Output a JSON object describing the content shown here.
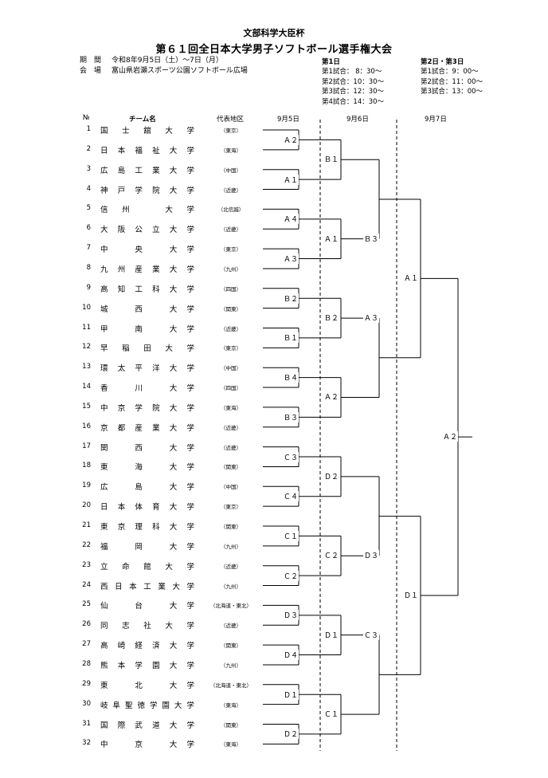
{
  "header": {
    "cup": "文部科学大臣杯",
    "title": "第６１回全日本大学男子ソフトボール選手権大会",
    "period_label": "期　間",
    "period_value": "令和8年9月5日（土）～7日（月）",
    "venue_label": "会　場",
    "venue_value": "富山県岩瀬スポーツ公園ソフトボール広場"
  },
  "schedule": {
    "day1": {
      "title": "第1日",
      "lines": [
        "第1試合：  8：30～",
        "第2試合：10：30～",
        "第3試合：12：30～",
        "第4試合：14：30～"
      ]
    },
    "day23": {
      "title": "第2日・第3日",
      "lines": [
        "第1試合：9：00～",
        "第2試合：11：00～",
        "第3試合：13：00～"
      ]
    }
  },
  "columns": {
    "no": "№",
    "team": "チーム名",
    "region": "代表地区",
    "day1": "9月5日",
    "day2": "9月6日",
    "day3": "9月7日"
  },
  "teams": [
    {
      "no": "1",
      "name": "国士舘大学",
      "region": "（東京）"
    },
    {
      "no": "2",
      "name": "日本福祉大学",
      "region": "（東海）"
    },
    {
      "no": "3",
      "name": "広島工業大学",
      "region": "（中国）"
    },
    {
      "no": "4",
      "name": "神戸学院大学",
      "region": "（近畿）"
    },
    {
      "no": "5",
      "name": "信州　大学",
      "region": "（北信越）"
    },
    {
      "no": "6",
      "name": "大阪公立大学",
      "region": "（近畿）"
    },
    {
      "no": "7",
      "name": "中　央　大学",
      "region": "（東京）"
    },
    {
      "no": "8",
      "name": "九州産業大学",
      "region": "（九州）"
    },
    {
      "no": "9",
      "name": "高知工科大学",
      "region": "（四国）"
    },
    {
      "no": "10",
      "name": "城　西　大学",
      "region": "（関東）"
    },
    {
      "no": "11",
      "name": "甲　南　大学",
      "region": "（近畿）"
    },
    {
      "no": "12",
      "name": "早稲田大学",
      "region": "（東京）"
    },
    {
      "no": "13",
      "name": "環太平洋大学",
      "region": "（中国）"
    },
    {
      "no": "14",
      "name": "香　川　大学",
      "region": "（四国）"
    },
    {
      "no": "15",
      "name": "中京学院大学",
      "region": "（東海）"
    },
    {
      "no": "16",
      "name": "京都産業大学",
      "region": "（近畿）"
    },
    {
      "no": "17",
      "name": "関　西　大学",
      "region": "（近畿）"
    },
    {
      "no": "18",
      "name": "東　海　大学",
      "region": "（関東）"
    },
    {
      "no": "19",
      "name": "広　島　大学",
      "region": "（中国）"
    },
    {
      "no": "20",
      "name": "日本体育大学",
      "region": "（東京）"
    },
    {
      "no": "21",
      "name": "東京理科大学",
      "region": "（関東）"
    },
    {
      "no": "22",
      "name": "福　岡　大学",
      "region": "（九州）"
    },
    {
      "no": "23",
      "name": "立命館大学",
      "region": "（近畿）"
    },
    {
      "no": "24",
      "name": "西日本工業大学",
      "region": "（九州）"
    },
    {
      "no": "25",
      "name": "仙　台　大学",
      "region": "（北海道・東北）"
    },
    {
      "no": "26",
      "name": "同志社大学",
      "region": "（近畿）"
    },
    {
      "no": "27",
      "name": "高崎経済大学",
      "region": "（関東）"
    },
    {
      "no": "28",
      "name": "熊本学園大学",
      "region": "（九州）"
    },
    {
      "no": "29",
      "name": "東　北　大学",
      "region": "（北海道・東北）"
    },
    {
      "no": "30",
      "name": "岐阜聖徳学園大学",
      "region": "（東海）"
    },
    {
      "no": "31",
      "name": "国際武道大学",
      "region": "（関東）"
    },
    {
      "no": "32",
      "name": "中　京　大学",
      "region": "（東海）"
    }
  ],
  "bracket": {
    "r1": [
      "Ａ２",
      "Ａ１",
      "Ａ４",
      "Ａ３",
      "Ｂ２",
      "Ｂ１",
      "Ｂ４",
      "Ｂ３",
      "Ｃ３",
      "Ｃ４",
      "Ｃ１",
      "Ｃ２",
      "Ｄ３",
      "Ｄ４",
      "Ｄ１",
      "Ｄ２"
    ],
    "r2": [
      "Ｂ１",
      "Ａ１",
      "Ｂ２",
      "Ａ２",
      "Ｄ２",
      "Ｃ２",
      "Ｄ１",
      "Ｃ１"
    ],
    "r3": [
      "Ｂ３",
      "Ａ３",
      "Ｄ３",
      "Ｃ３"
    ],
    "r4": [
      "Ａ１",
      "Ｄ１"
    ],
    "final": "Ａ２"
  }
}
